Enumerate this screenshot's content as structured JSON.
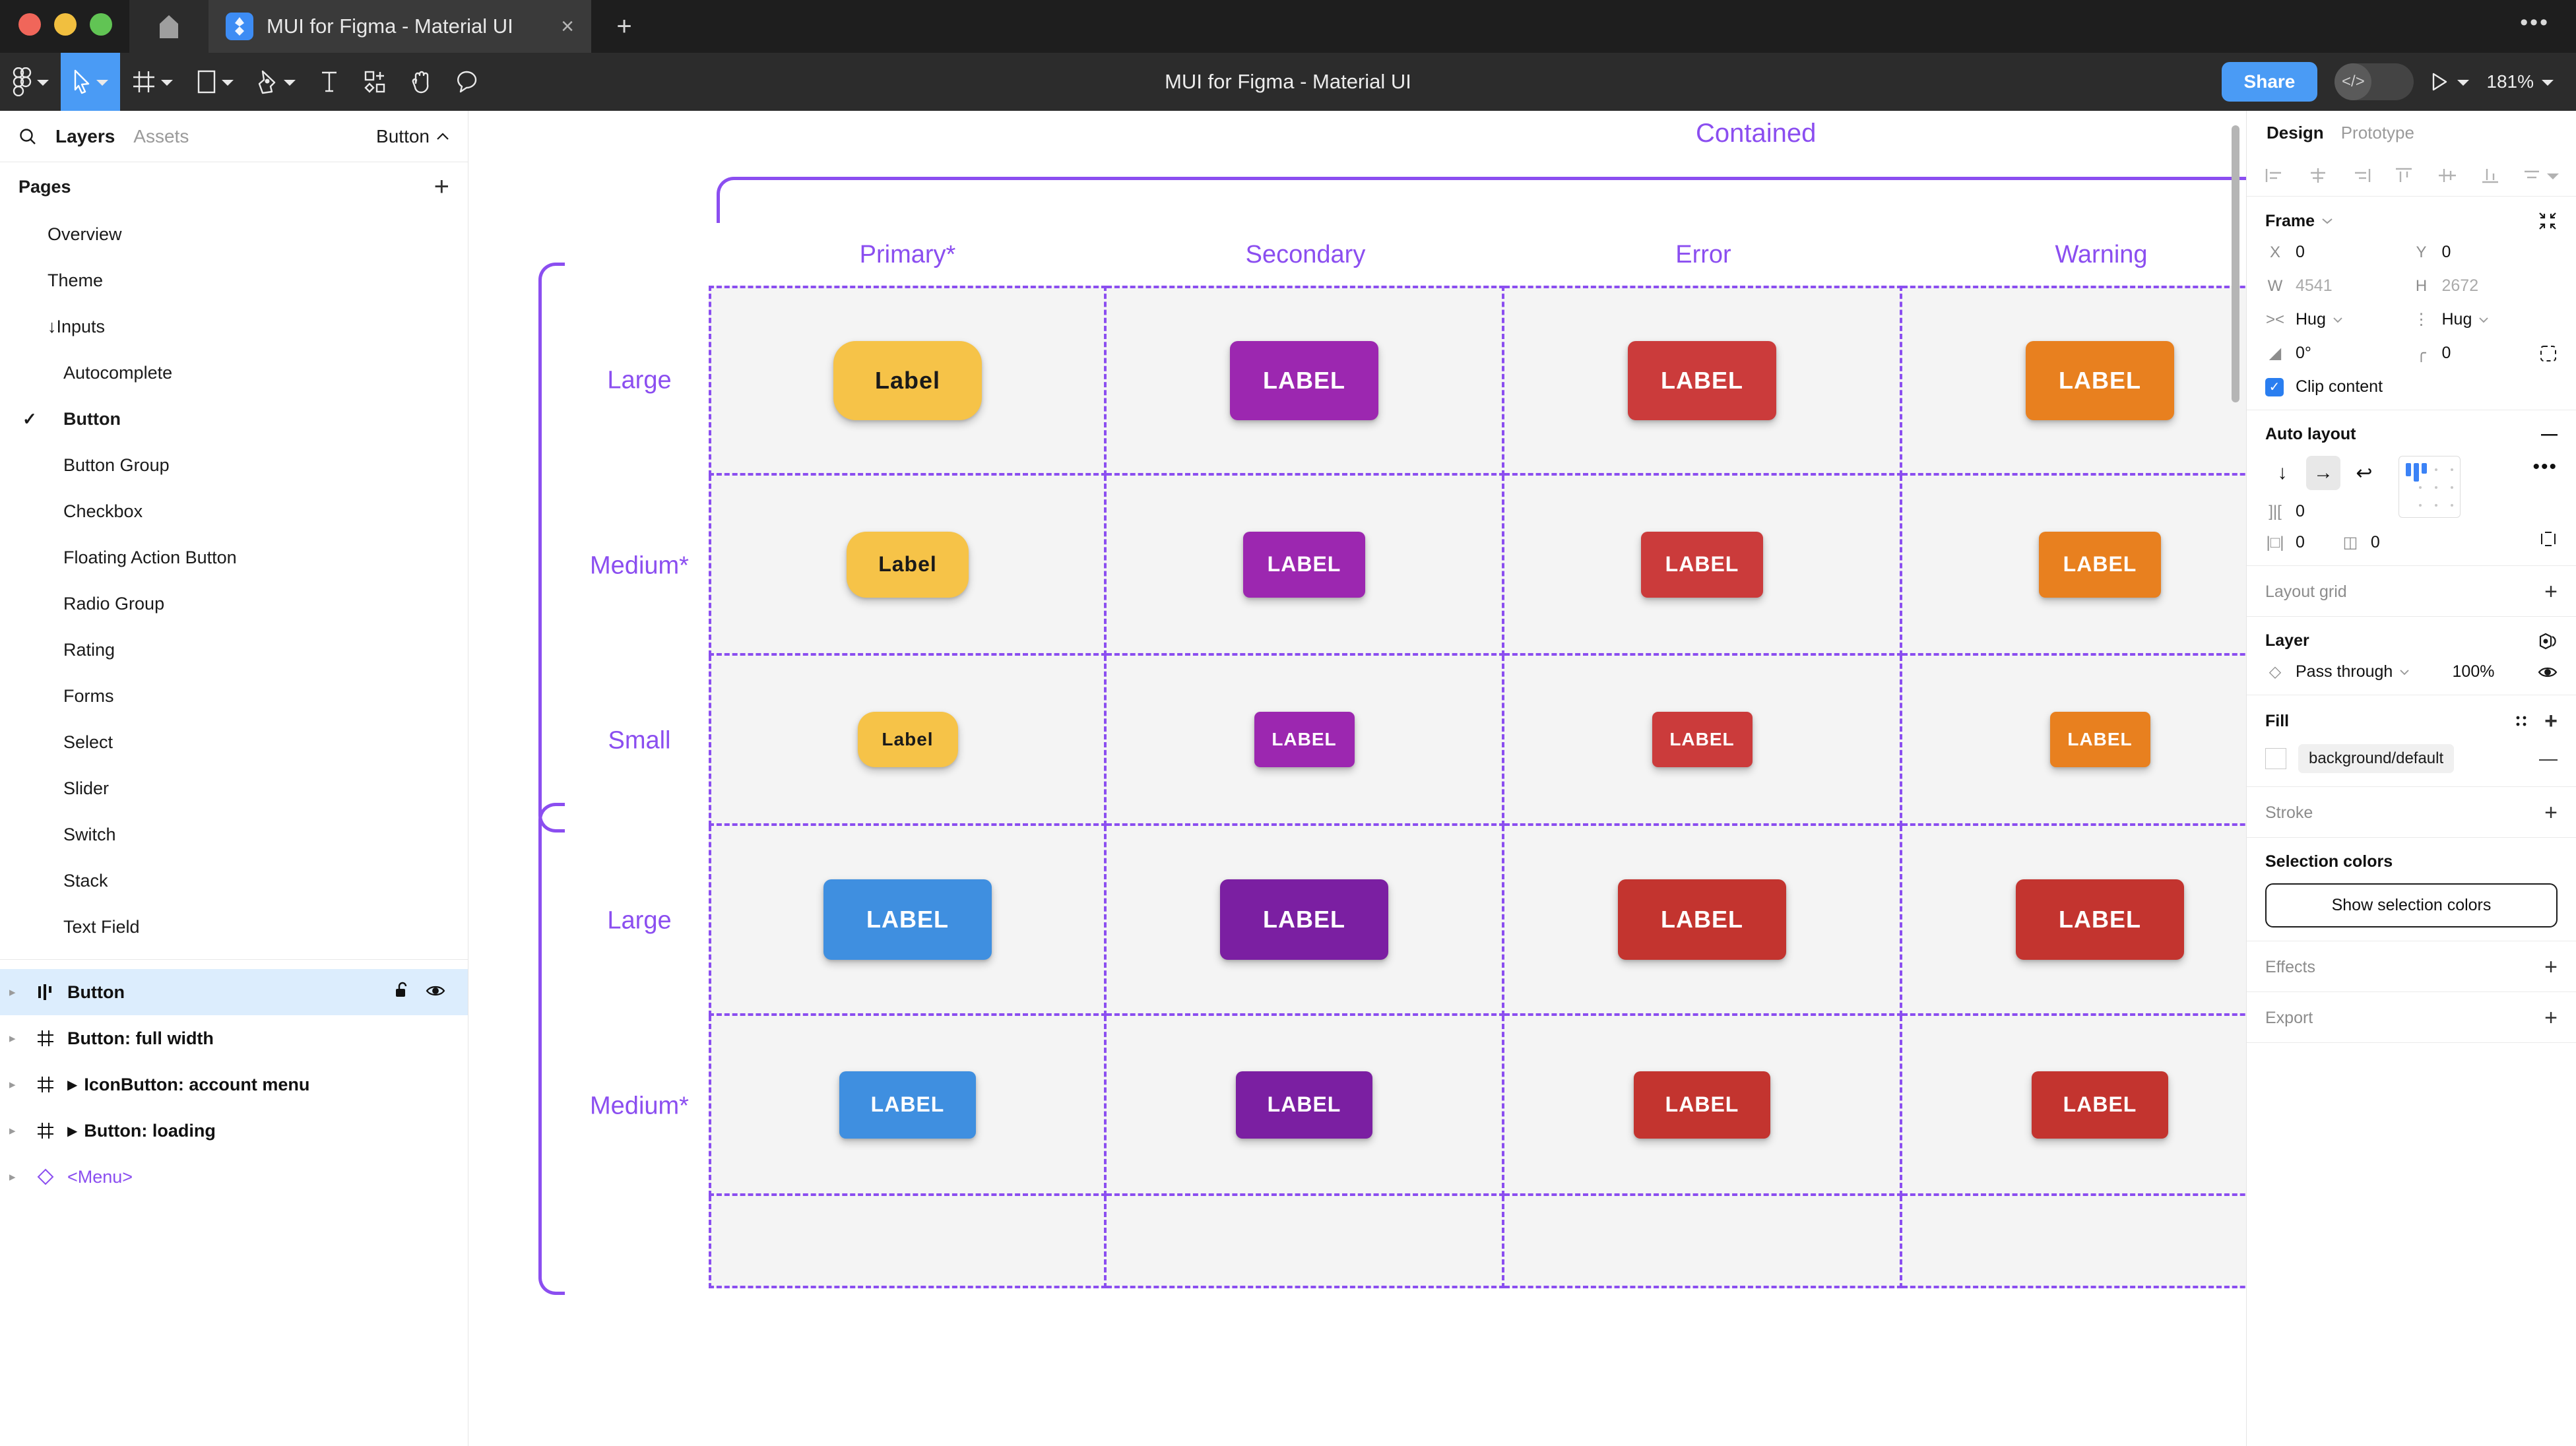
{
  "window": {
    "traffic_lights": [
      "close",
      "minimize",
      "maximize"
    ],
    "menu_dots": "•••"
  },
  "tab": {
    "title": "MUI for Figma - Material UI",
    "close_label": "×",
    "newtab_label": "+"
  },
  "toolbar": {
    "tools": [
      {
        "name": "figma-menu-icon",
        "caret": true
      },
      {
        "name": "move-tool-icon",
        "caret": true,
        "active": true
      },
      {
        "name": "frame-tool-icon",
        "caret": true
      },
      {
        "name": "shape-tool-icon",
        "caret": true
      },
      {
        "name": "pen-tool-icon",
        "caret": true
      },
      {
        "name": "text-tool-icon",
        "caret": false
      },
      {
        "name": "resources-tool-icon",
        "caret": false
      },
      {
        "name": "hand-tool-icon",
        "caret": false
      },
      {
        "name": "comment-tool-icon",
        "caret": false
      }
    ],
    "document_title": "MUI for Figma - Material UI",
    "share_label": "Share",
    "dev_mode_icon": "</>",
    "zoom_level": "181%"
  },
  "sidebar": {
    "tabs": [
      {
        "label": "Layers",
        "active": true
      },
      {
        "label": "Assets",
        "active": false
      }
    ],
    "selector_label": "Button",
    "pages_header": "Pages",
    "pages_add": "+",
    "pages": [
      {
        "label": "Overview",
        "level": 0,
        "selected": false,
        "arrow": ""
      },
      {
        "label": "Theme",
        "level": 0,
        "selected": false,
        "arrow": ""
      },
      {
        "label": "Inputs",
        "level": 0,
        "selected": false,
        "arrow": "↓"
      },
      {
        "label": "Autocomplete",
        "level": 1,
        "selected": false,
        "arrow": ""
      },
      {
        "label": "Button",
        "level": 1,
        "selected": true,
        "arrow": ""
      },
      {
        "label": "Button Group",
        "level": 1,
        "selected": false,
        "arrow": ""
      },
      {
        "label": "Checkbox",
        "level": 1,
        "selected": false,
        "arrow": ""
      },
      {
        "label": "Floating Action Button",
        "level": 1,
        "selected": false,
        "arrow": ""
      },
      {
        "label": "Radio Group",
        "level": 1,
        "selected": false,
        "arrow": ""
      },
      {
        "label": "Rating",
        "level": 1,
        "selected": false,
        "arrow": ""
      },
      {
        "label": "Forms",
        "level": 1,
        "selected": false,
        "arrow": ""
      },
      {
        "label": "Select",
        "level": 1,
        "selected": false,
        "arrow": ""
      },
      {
        "label": "Slider",
        "level": 1,
        "selected": false,
        "arrow": ""
      },
      {
        "label": "Switch",
        "level": 1,
        "selected": false,
        "arrow": ""
      },
      {
        "label": "Stack",
        "level": 1,
        "selected": false,
        "arrow": ""
      },
      {
        "label": "Text Field",
        "level": 1,
        "selected": false,
        "arrow": ""
      }
    ],
    "layers": [
      {
        "label": "Button",
        "icon": "component-set-icon",
        "selected": true,
        "expandable": false,
        "lock": true,
        "eye": true
      },
      {
        "label": "Button: full width",
        "icon": "frame-icon",
        "selected": false,
        "expandable": false,
        "lock": false,
        "eye": false
      },
      {
        "label": "IconButton: account menu",
        "icon": "frame-icon",
        "selected": false,
        "expandable": true,
        "lock": false,
        "eye": false
      },
      {
        "label": "Button: loading",
        "icon": "frame-icon",
        "selected": false,
        "expandable": true,
        "lock": false,
        "eye": false
      },
      {
        "label": "<Menu>",
        "icon": "component-instance-icon",
        "selected": false,
        "expandable": false,
        "component": true,
        "lock": false,
        "eye": false
      }
    ]
  },
  "canvas": {
    "container_label": "Contained",
    "columns": [
      "Primary*",
      "Secondary",
      "Error",
      "Warning"
    ],
    "groups": [
      {
        "name": "contained-group-1",
        "rows": [
          "Large",
          "Medium*",
          "Small"
        ],
        "button_label_primary": "Label",
        "button_label_other": "LABEL",
        "colors": {
          "primary": "#f6c348",
          "primary_text": "#1a1a1a",
          "secondary": "#9c27b0",
          "error": "#cb3b3b",
          "warning": "#e8801f"
        }
      },
      {
        "name": "contained-group-2",
        "rows": [
          "Large",
          "Medium*"
        ],
        "button_label": "LABEL",
        "colors": {
          "primary": "#3f8fe0",
          "secondary": "#7b1fa2",
          "error": "#c3342f",
          "warning": "#c3342f"
        }
      }
    ],
    "accent_color": "#8b4ef0",
    "cell_bg": "#f4f4f4"
  },
  "right_panel": {
    "tabs": [
      {
        "label": "Design",
        "active": true
      },
      {
        "label": "Prototype",
        "active": false
      }
    ],
    "align_icons": [
      "align-left-icon",
      "align-horizontal-center-icon",
      "align-right-icon",
      "align-top-icon",
      "align-vertical-center-icon",
      "align-bottom-icon",
      "distribute-icon"
    ],
    "frame": {
      "title": "Frame",
      "x_label": "X",
      "x_value": "0",
      "y_label": "Y",
      "y_value": "0",
      "w_label": "W",
      "w_value": "4541",
      "h_label": "H",
      "h_value": "2672",
      "width_resize": "Hug",
      "height_resize": "Hug",
      "rotation": "0°",
      "corner_radius": "0",
      "clip_content_label": "Clip content",
      "clip_content_checked": true
    },
    "auto_layout": {
      "title": "Auto layout",
      "collapse": "—",
      "direction_vertical": "↓",
      "direction_horizontal": "→",
      "direction_wrap": "↩",
      "active_direction": "horizontal",
      "gap_value": "0",
      "padding_horizontal": "0",
      "padding_vertical": "0",
      "more": "•••"
    },
    "layout_grid": {
      "title": "Layout grid",
      "add": "+"
    },
    "layer": {
      "title": "Layer",
      "blend_mode": "Pass through",
      "opacity": "100%"
    },
    "fill": {
      "title": "Fill",
      "variable_name": "background/default",
      "add": "+",
      "remove": "—"
    },
    "stroke": {
      "title": "Stroke",
      "add": "+"
    },
    "selection_colors": {
      "title": "Selection colors",
      "button_label": "Show selection colors"
    },
    "effects": {
      "title": "Effects",
      "add": "+"
    },
    "export": {
      "title": "Export",
      "add": "+"
    }
  }
}
